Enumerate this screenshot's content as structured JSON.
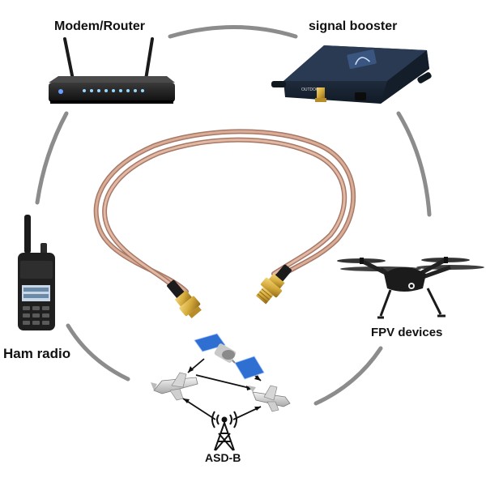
{
  "labels": {
    "modem_router": "Modem/Router",
    "signal_booster": "signal booster",
    "ham_radio": "Ham radio",
    "fpv_devices": "FPV devices",
    "asd_b": "ASD-B"
  },
  "device_text": {
    "booster_port": "OUTDOOR"
  },
  "icons": [
    "router-icon",
    "signal-booster-icon",
    "coaxial-cable-icon",
    "sma-male-connector-icon",
    "sma-female-connector-icon",
    "ham-radio-icon",
    "drone-icon",
    "satellite-icon",
    "airplane-icon",
    "radio-tower-icon"
  ],
  "colors": {
    "ring": "#8c8c8c",
    "cable": "#c99a86",
    "connector_gold": "#d4a93a",
    "device_dark": "#1e1e1e",
    "booster_blue": "#1d2a3d",
    "satellite_panel": "#2f6fd1",
    "label_text": "#111111"
  }
}
